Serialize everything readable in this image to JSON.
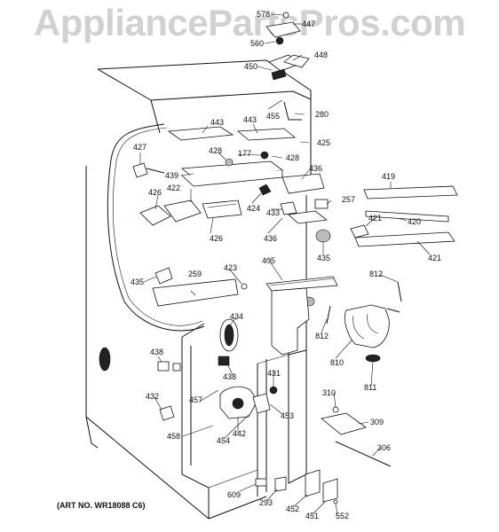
{
  "watermark": "AppliancePartsPros.com",
  "art_number": "(ART NO. WR18088 C6)",
  "callouts": [
    "578",
    "447",
    "560",
    "448",
    "450",
    "455",
    "280",
    "443",
    "443",
    "425",
    "427",
    "428",
    "177",
    "428",
    "436",
    "439",
    "419",
    "422",
    "426",
    "424",
    "433",
    "257",
    "426",
    "436",
    "421",
    "420",
    "435",
    "421",
    "405",
    "812",
    "435",
    "259",
    "423",
    "434",
    "812",
    "810",
    "811",
    "438",
    "438",
    "431",
    "457",
    "310",
    "432",
    "442",
    "453",
    "309",
    "458",
    "454",
    "306",
    "609",
    "293",
    "452",
    "451",
    "552"
  ]
}
